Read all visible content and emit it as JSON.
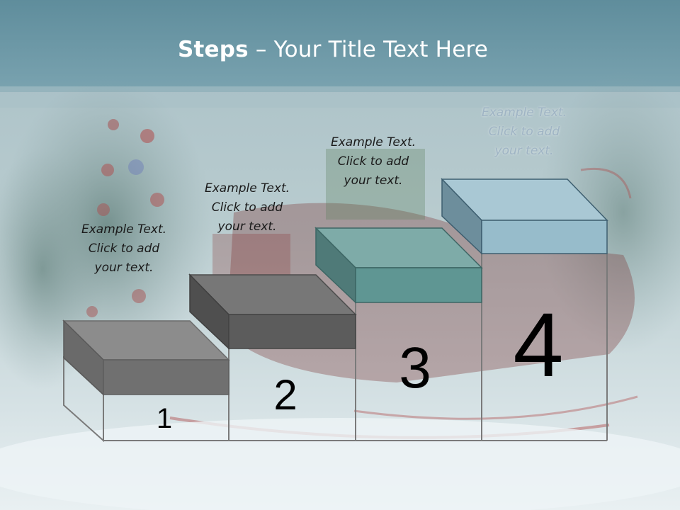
{
  "title": {
    "bold": "Steps",
    "separator": " – ",
    "rest": "Your Title Text Here"
  },
  "steps": [
    {
      "number": "1",
      "lines": [
        "Example Text.",
        "Click  to add",
        "your text."
      ],
      "color": "#6f6f6f"
    },
    {
      "number": "2",
      "lines": [
        "Example Text.",
        "Click  to add",
        "your text."
      ],
      "color": "#5e5e5e"
    },
    {
      "number": "3",
      "lines": [
        "Example Text.",
        "Click  to add",
        "your text."
      ],
      "color": "#5f9693"
    },
    {
      "number": "4",
      "lines": [
        "Example Text.",
        "Click  to add",
        "your text."
      ],
      "color": "#97bccb"
    }
  ],
  "colors": {
    "header": "#6e98a6",
    "background": "#c9d8dc",
    "outline": "#7a7a7a"
  }
}
